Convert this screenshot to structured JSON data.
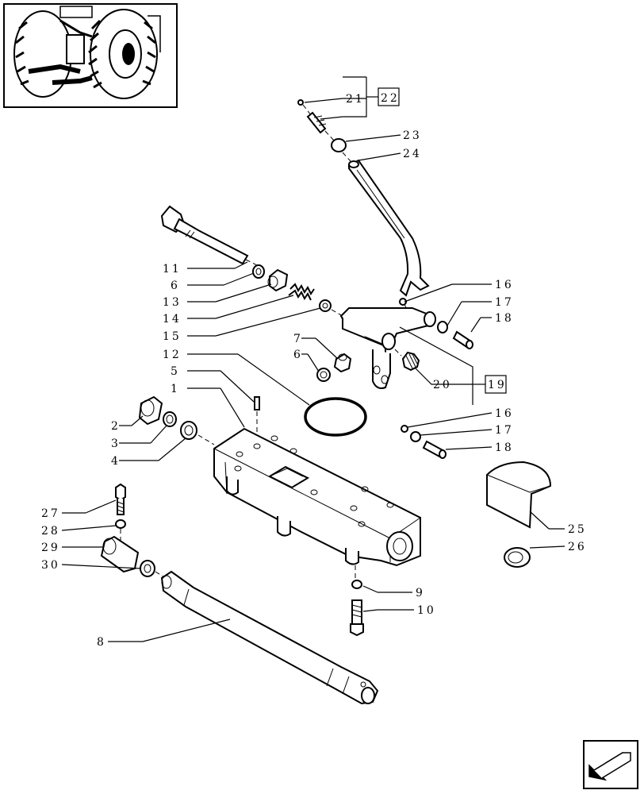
{
  "callouts": {
    "c1": "1",
    "c2": "2",
    "c3": "3",
    "c4": "4",
    "c5": "5",
    "c6a": "6",
    "c6b": "6",
    "c7": "7",
    "c8": "8",
    "c9": "9",
    "c10": "10",
    "c11": "11",
    "c12": "12",
    "c13": "13",
    "c14": "14",
    "c15": "15",
    "c16a": "16",
    "c16b": "16",
    "c17a": "17",
    "c17b": "17",
    "c18a": "18",
    "c18b": "18",
    "c19": "19",
    "c20": "20",
    "c21": "21",
    "c22": "22",
    "c23": "23",
    "c24": "24",
    "c25": "25",
    "c26": "26",
    "c27": "27",
    "c28": "28",
    "c29": "29",
    "c30": "30"
  },
  "icons": {
    "thumbnail": "tractor-rear-thumbnail-icon",
    "nav": "next-page-arrow-icon"
  }
}
